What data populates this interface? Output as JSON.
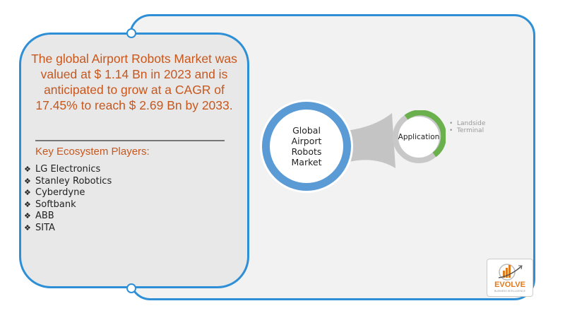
{
  "summary": {
    "headline": "The global Airport Robots Market was valued at $ 1.14 Bn in 2023 and is anticipated to grow at a CAGR of 17.45% to reach $ 2.69 Bn by 2033."
  },
  "key_players": {
    "title": "Key Ecosystem Players:",
    "bullet": "❖",
    "items": [
      "LG Electronics",
      "Stanley Robotics",
      "Cyberdyne",
      "Softbank",
      "ABB",
      "SITA"
    ]
  },
  "diagram": {
    "center": "Global Airport Robots Market",
    "segments": [
      {
        "label": "Application",
        "items": [
          "Landside",
          "Terminal"
        ]
      }
    ]
  },
  "logo": {
    "name": "EVOLVE",
    "tagline": "BUSINESS INTELLIGENCE"
  },
  "colors": {
    "accent": "#2e8fd6",
    "headline": "#c8571d",
    "ring": "#5b9bd5",
    "green": "#6ab04c"
  }
}
